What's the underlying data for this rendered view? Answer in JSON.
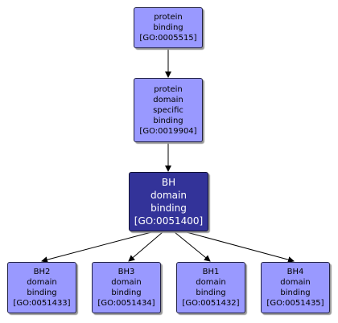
{
  "colors": {
    "node_fill": "#9999ff",
    "focus_fill": "#333399",
    "focus_text": "#ffffff",
    "edge": "#000000"
  },
  "nodes": {
    "protein_binding": {
      "lines": [
        "protein",
        "binding"
      ],
      "id": "[GO:0005515]"
    },
    "protein_domain_specific_binding": {
      "lines": [
        "protein",
        "domain",
        "specific",
        "binding"
      ],
      "id": "[GO:0019904]"
    },
    "bh_domain_binding": {
      "lines": [
        "BH",
        "domain",
        "binding"
      ],
      "id": "[GO:0051400]"
    },
    "bh2_domain_binding": {
      "lines": [
        "BH2",
        "domain",
        "binding"
      ],
      "id": "[GO:0051433]"
    },
    "bh3_domain_binding": {
      "lines": [
        "BH3",
        "domain",
        "binding"
      ],
      "id": "[GO:0051434]"
    },
    "bh1_domain_binding": {
      "lines": [
        "BH1",
        "domain",
        "binding"
      ],
      "id": "[GO:0051432]"
    },
    "bh4_domain_binding": {
      "lines": [
        "BH4",
        "domain",
        "binding"
      ],
      "id": "[GO:0051435]"
    }
  }
}
